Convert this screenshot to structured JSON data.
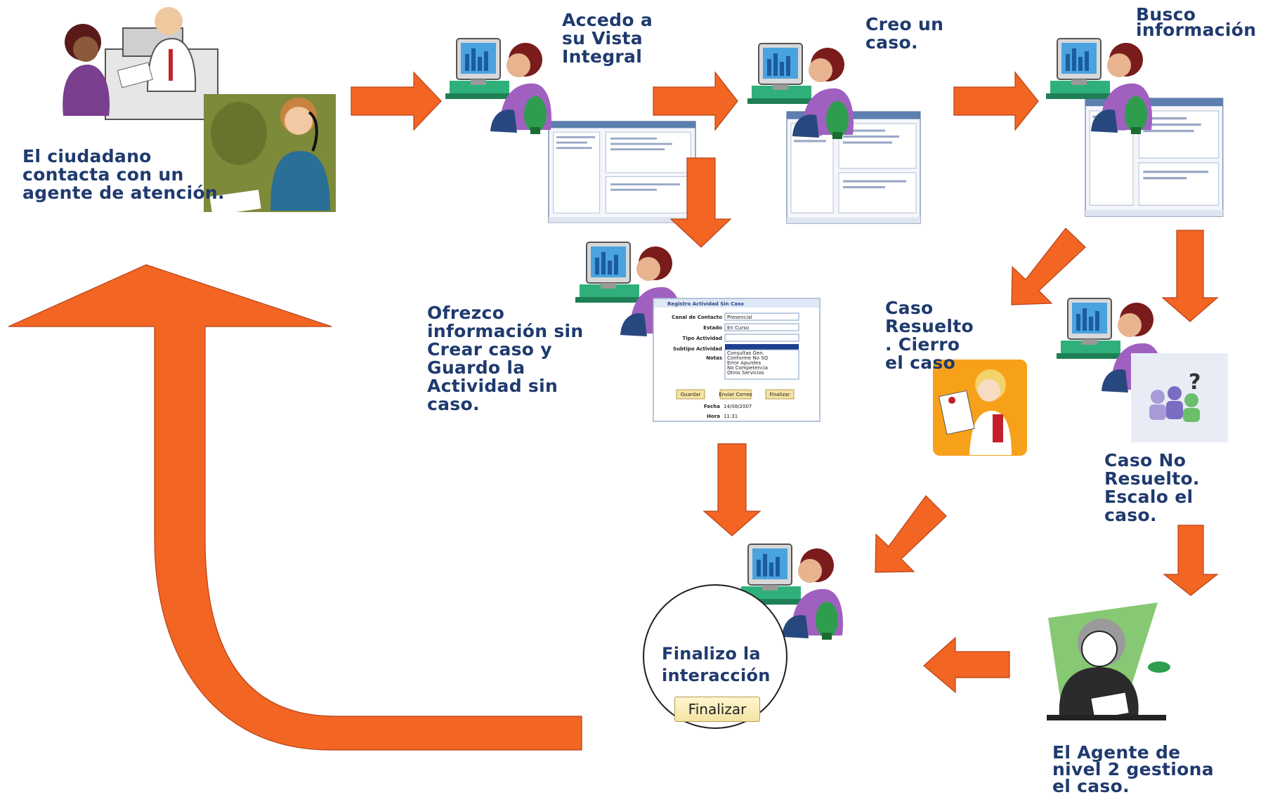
{
  "colors": {
    "arrow": "#f26522",
    "label": "#1f3a6e",
    "button": "#f4e3a3"
  },
  "steps": {
    "contact": [
      "El ciudadano",
      "contacta con un",
      "agente de atención."
    ],
    "access": [
      "Accedo a",
      "su Vista",
      "Integral"
    ],
    "create": [
      "Creo un",
      "caso."
    ],
    "search": [
      "Busco",
      "información"
    ],
    "offer": [
      "Ofrezco",
      "información sin",
      "Crear caso y",
      "Guardo la",
      "Actividad sin",
      "caso."
    ],
    "resolved": [
      "Caso",
      "Resuelto",
      ". Cierro",
      "el caso"
    ],
    "unresolved": [
      "Caso No",
      "Resuelto.",
      "Escalo el",
      "caso."
    ],
    "level2": [
      "El Agente de",
      "nivel 2 gestiona",
      "el caso."
    ],
    "finish": [
      "Finalizo la",
      "interacción"
    ]
  },
  "finish_button": "Finalizar",
  "form_screenshot": {
    "title": "Registro Actividad Sin Caso",
    "fields": [
      {
        "label": "Canal de Contacto",
        "value": "Presencial"
      },
      {
        "label": "Estado",
        "value": "En Curso"
      },
      {
        "label": "Tipo Actividad",
        "value": ""
      },
      {
        "label": "Subtipo Actividad",
        "value": ""
      },
      {
        "label": "Notas",
        "value": ""
      }
    ],
    "options": [
      "Consultas Gen.",
      "Conforme No SQ",
      "Error Apuntes",
      "No Competencia",
      "Otros Servicios"
    ],
    "buttons": [
      "Guardar",
      "Enviar Correo",
      "Finalizar"
    ],
    "date_label": "Fecha",
    "date_value": "14/08/2007",
    "time_label": "Hora",
    "time_value": "11:31"
  }
}
